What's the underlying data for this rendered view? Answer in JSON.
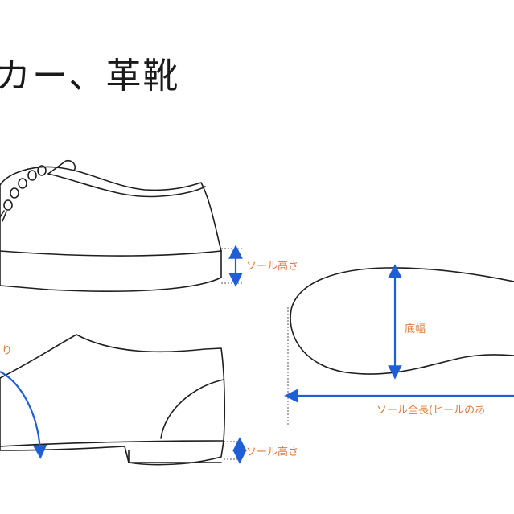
{
  "title": "カー、革靴",
  "labels": {
    "sneaker_sole_height": "ソール高さ",
    "leather_sole_height": "ソール高さ",
    "partial_top_left": "り",
    "sole_width": "底幅",
    "sole_length": "ソール全長(ヒールのあ"
  },
  "colors": {
    "arrow": "#1f5fd6",
    "label": "#e07a3a",
    "outline": "#1f1f1f"
  }
}
